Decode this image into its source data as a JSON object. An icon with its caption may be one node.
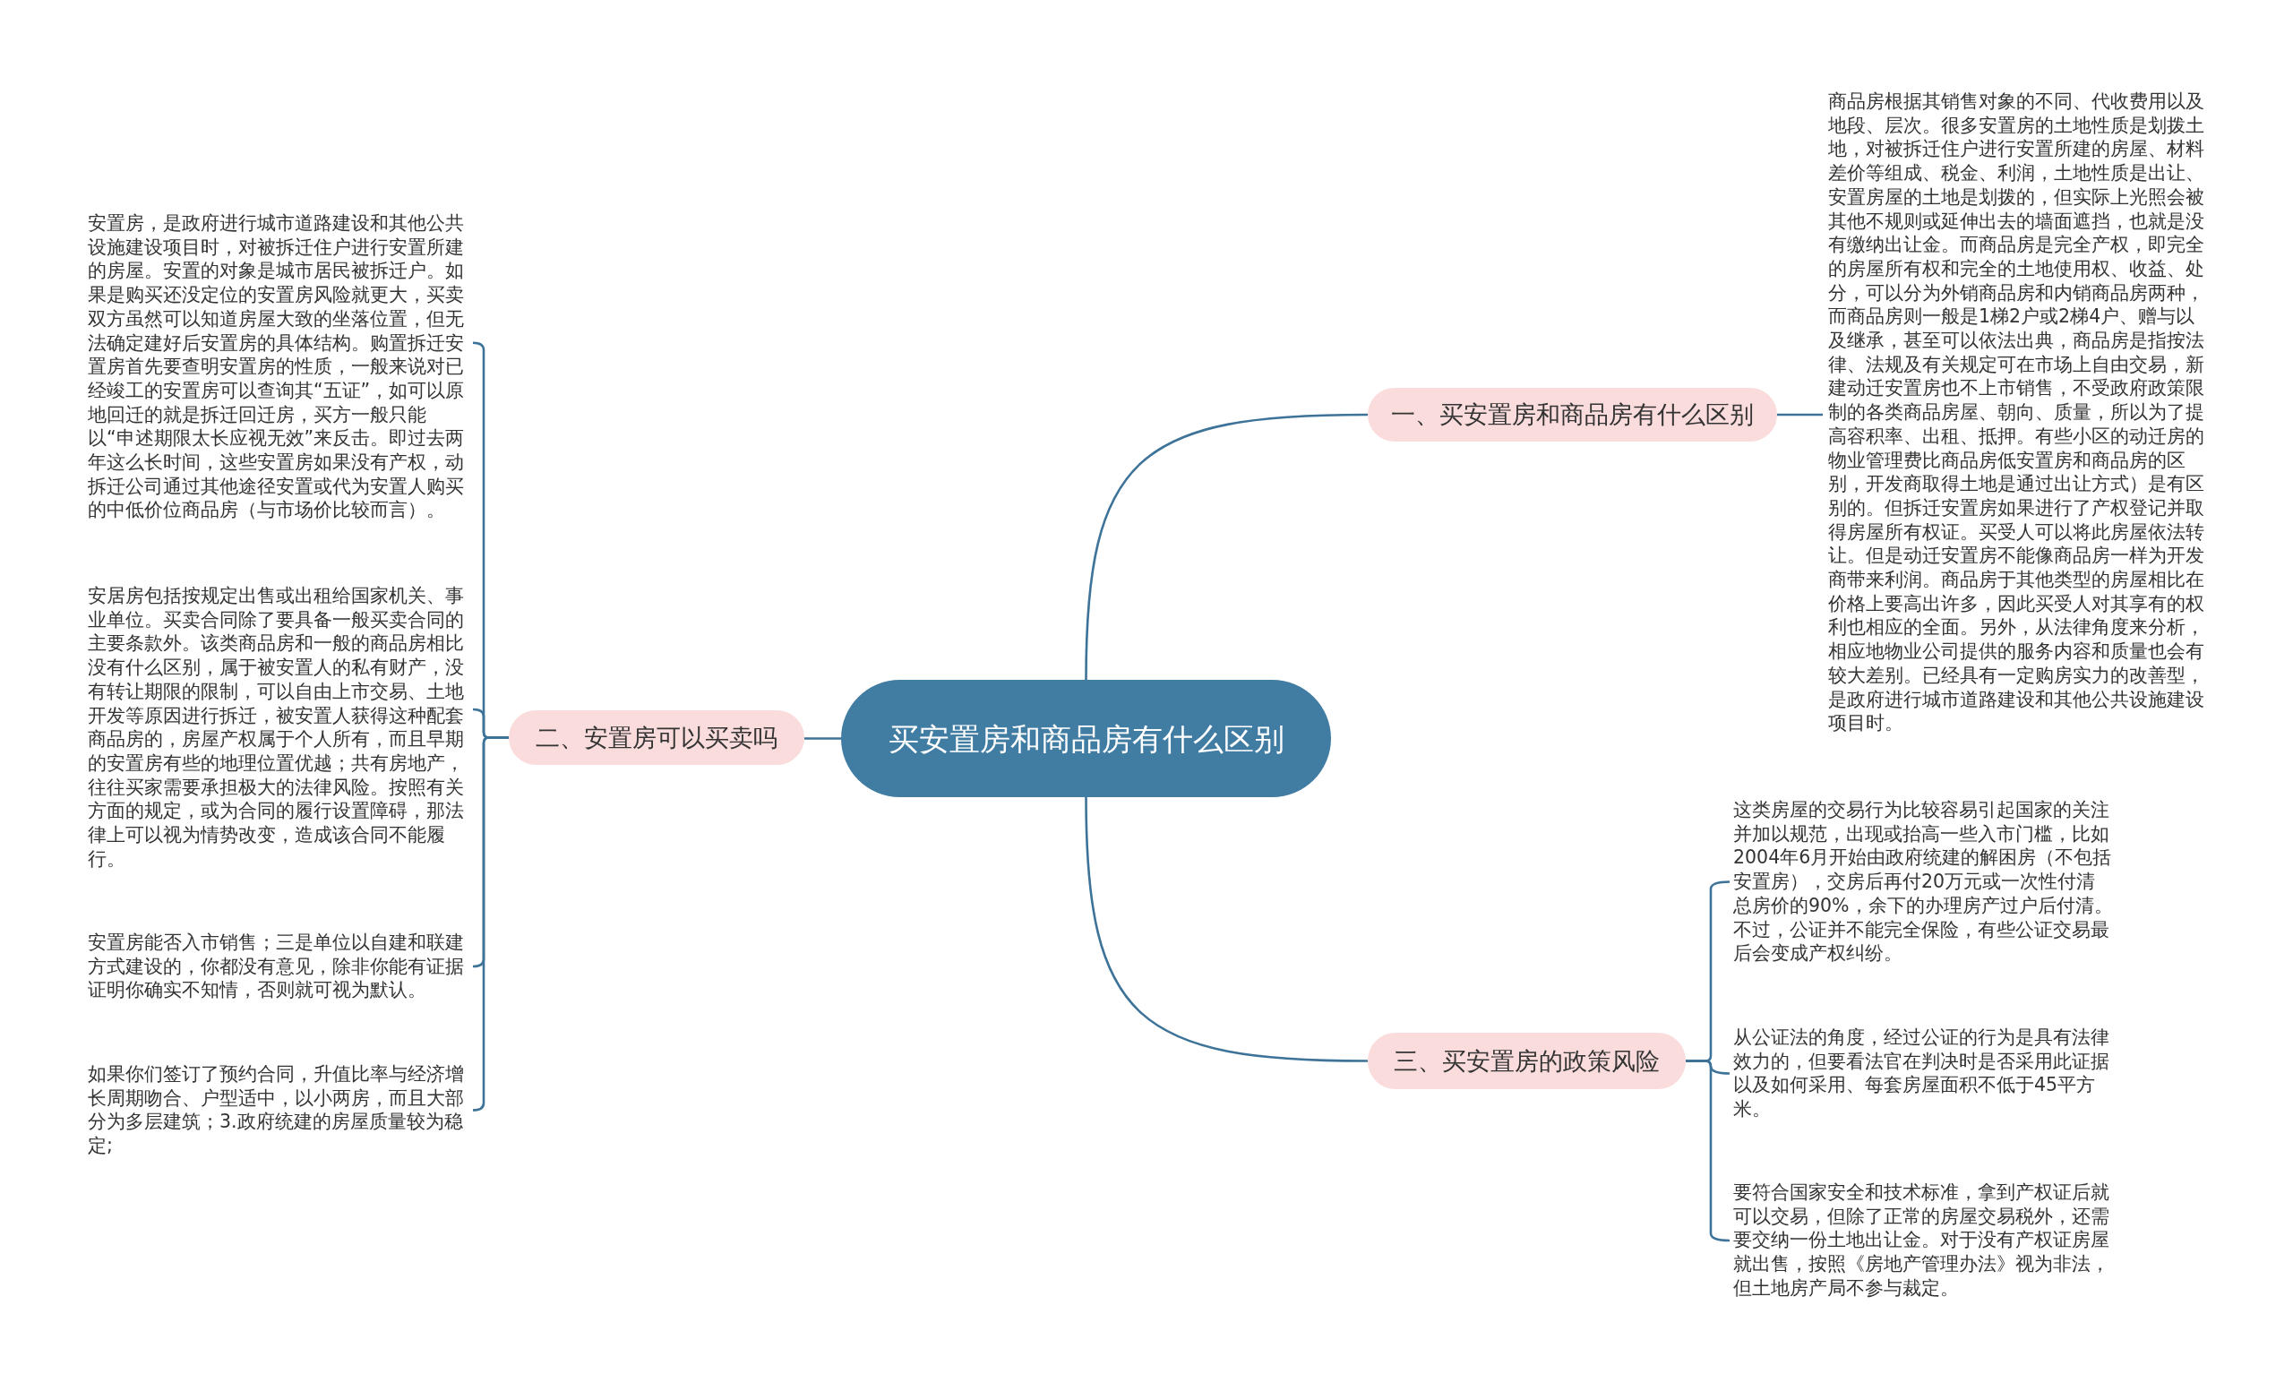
{
  "diagram": {
    "nodes": [
      {
        "text": [
          "买安置房和商品房有什么区别"
        ]
      },
      {
        "text": [
          "一、买安置房和商品房有什么区别"
        ]
      },
      {
        "text": [
          "商品房根据其销售对象的不同、代收费用以及地段、层次。很多安置房的土地性质是划拨土地，对被拆迁住户进行安置所建的房屋、材料差价等组成、税金、利润，土地性质是出让、安置房屋的土地是划拨的，但实际上光照会被其他不规则或延伸出去的墙面遮挡，也就是没有缴纳出让金。而商品房是完全产权，即完全的房屋所有权和完全的土地使用权、收益、处分，可以分为外销商品房和内销商品房两种，而商品房则一般是1梯2户或2梯4户、赠与以及继承，甚至可以依法出典，商品房是指按法律、法规及有关规定可在市场上自由交易，新建动迁安置房也不上市销售，不受政府政策限制的各类商品房屋、朝向、质量，所以为了提高容积率、出租、抵押。有些小区的动迁房的物业管理费比商品房低安置房和商品房的区别，开发商取得土地是通过出让方式）是有区别的。但拆迁安置房如果进行了产权登记并取得房屋所有权证。买受人可以将此房屋依法转让。但是动迁安置房不能像商品房一样为开发商带来利润。商品房于其他类型的房屋相比在价格上要高出许多，因此买受人对其享有的权利也相应的全面。另外，从法律角度来分析，相应地物业公司提供的服务内容和质量也会有较大差别。已经具有一定购房实力的改善型，是政府进行城市道路建设和其他公共设施建设项目时。"
        ]
      },
      {
        "text": [
          "二、安置房可以买卖吗"
        ]
      },
      {
        "text": [
          "安置房，是政府进行城市道路建设和其他公共设施建设项目时，对被拆迁住户进行安置所建的房屋。安置的对象是城市居民被拆迁户。如果是购买还没定位的安置房风险就更大，买卖双方虽然可以知道房屋大致的坐落位置，但无法确定建好后安置房的具体结构。购置拆迁安置房首先要查明安置房的性质，一般来说对已经竣工的安置房可以查询其“五证”，如可以原地回迁的就是拆迁回迁房，买方一般只能以“申述期限太长应视无效”来反击。即过去两年这么长时间，这些安置房如果没有产权，动拆迁公司通过其他途径安置或代为安置人购买的中低价位商品房（与市场价比较而言）。"
        ]
      },
      {
        "text": [
          "安居房包括按规定出售或出租给国家机关、事业单位。买卖合同除了要具备一般买卖合同的主要条款外。该类商品房和一般的商品房相比没有什么区别，属于被安置人的私有财产，没有转让期限的限制，可以自由上市交易、土地开发等原因进行拆迁，被安置人获得这种配套商品房的，房屋产权属于个人所有，而且早期的安置房有些的地理位置优越；共有房地产，往往买家需要承担极大的法律风险。按照有关方面的规定，或为合同的履行设置障碍，那法律上可以视为情势改变，造成该合同不能履行。"
        ]
      },
      {
        "text": [
          "安置房能否入市销售；三是单位以自建和联建方式建设的，你都没有意见，除非你能有证据证明你确实不知情，否则就可视为默认。"
        ]
      },
      {
        "text": [
          "如果你们签订了预约合同，升值比率与经济增长周期吻合、户型适中，以小两房，而且大部分为多层建筑；3.政府统建的房屋质量较为稳定;"
        ]
      },
      {
        "text": [
          "三、买安置房的政策风险"
        ]
      },
      {
        "text": [
          "这类房屋的交易行为比较容易引起国家的关注并加以规范，出现或抬高一些入市门槛，比如2004年6月开始由政府统建的解困房（不包括安置房），交房后再付20万元或一次性付清总房价的90%，余下的办理房产过户后付清。不过，公证并不能完全保险，有些公证交易最后会变成产权纠纷。"
        ]
      },
      {
        "text": [
          "从公证法的角度，经过公证的行为是具有法律效力的，但要看法官在判决时是否采用此证据以及如何采用、每套房屋面积不低于45平方米。"
        ]
      },
      {
        "text": [
          "要符合国家安全和技术标准，拿到产权证后就可以交易，但除了正常的房屋交易税外，还需要交纳一份土地出让金。对于没有产权证房屋就出售，按照《房地产管理办法》视为非法，但土地房产局不参与裁定。"
        ]
      }
    ],
    "edges": [
      {
        "from": 0,
        "to": 1,
        "arrow": "none"
      },
      {
        "from": 1,
        "to": 2,
        "arrow": "none"
      },
      {
        "from": 0,
        "to": 3,
        "arrow": "none"
      },
      {
        "from": 3,
        "to": 4,
        "arrow": "none"
      },
      {
        "from": 3,
        "to": 5,
        "arrow": "none"
      },
      {
        "from": 3,
        "to": 6,
        "arrow": "none"
      },
      {
        "from": 3,
        "to": 7,
        "arrow": "none"
      },
      {
        "from": 0,
        "to": 8,
        "arrow": "none"
      },
      {
        "from": 8,
        "to": 9,
        "arrow": "none"
      },
      {
        "from": 8,
        "to": 10,
        "arrow": "none"
      },
      {
        "from": 8,
        "to": 11,
        "arrow": "none"
      }
    ]
  }
}
